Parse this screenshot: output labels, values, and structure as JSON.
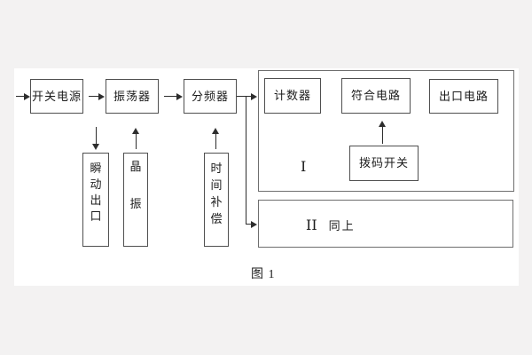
{
  "figure": {
    "caption": "图 1"
  },
  "colors": {
    "background": "#f3f2f2",
    "canvas": "#ffffff",
    "line": "#2d2d2d",
    "box_border": "#4f4f4f",
    "group_border": "#6e6e6e",
    "text": "#1c1c1c"
  },
  "blocks": {
    "power": {
      "label": "开关电源"
    },
    "oscillator": {
      "label": "振荡器"
    },
    "freq_divider": {
      "label": "分频器"
    },
    "counter": {
      "label": "计数器"
    },
    "coincidence": {
      "label": "符合电路"
    },
    "outlet": {
      "label": "出口电路"
    },
    "dip_switch": {
      "label": "拨码开关"
    },
    "instant_outlet": {
      "label": "瞬动出口",
      "chars": [
        "瞬",
        "动",
        "出",
        "口"
      ]
    },
    "crystal": {
      "label": "晶振",
      "chars": [
        "晶",
        "振"
      ]
    },
    "time_comp": {
      "label": "时间补偿",
      "chars": [
        "时",
        "间",
        "补",
        "偿"
      ]
    },
    "group1": {
      "numeral": "I"
    },
    "group2": {
      "numeral": "II",
      "label": "同上"
    }
  }
}
